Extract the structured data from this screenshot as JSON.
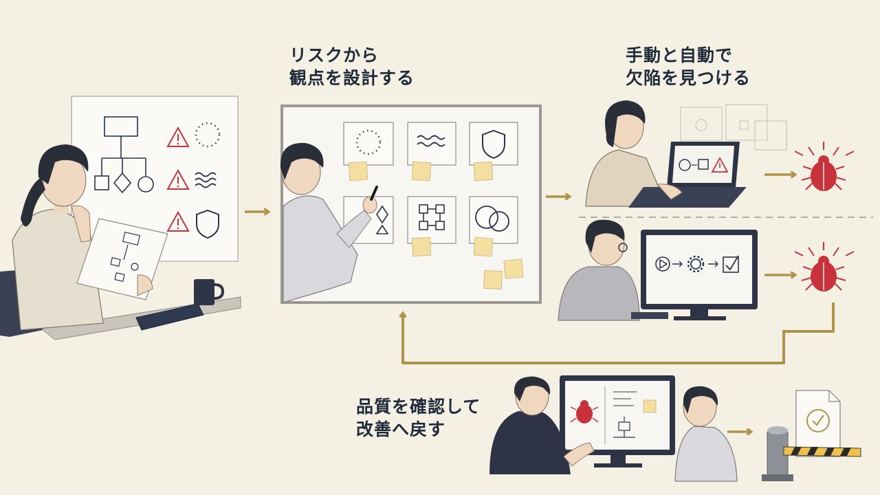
{
  "steps": {
    "design": {
      "line1": "リスクから",
      "line2": "観点を設計する"
    },
    "find": {
      "line1": "手動と自動で",
      "line2": "欠陥を見つける"
    },
    "quality": {
      "line1": "品質を確認して",
      "line2": "改善へ戻す"
    }
  },
  "colors": {
    "background": "#f5f0e4",
    "text": "#1f2a3a",
    "arrow": "#b0934a",
    "alert": "#c8323a",
    "sticky": "#f3dfa0",
    "navy": "#28324a"
  },
  "icons": [
    "warning-icon",
    "shield-icon",
    "gear-icon",
    "play-icon",
    "checkbox-icon",
    "bug-icon",
    "check-document-icon",
    "barrier-gate-icon"
  ]
}
